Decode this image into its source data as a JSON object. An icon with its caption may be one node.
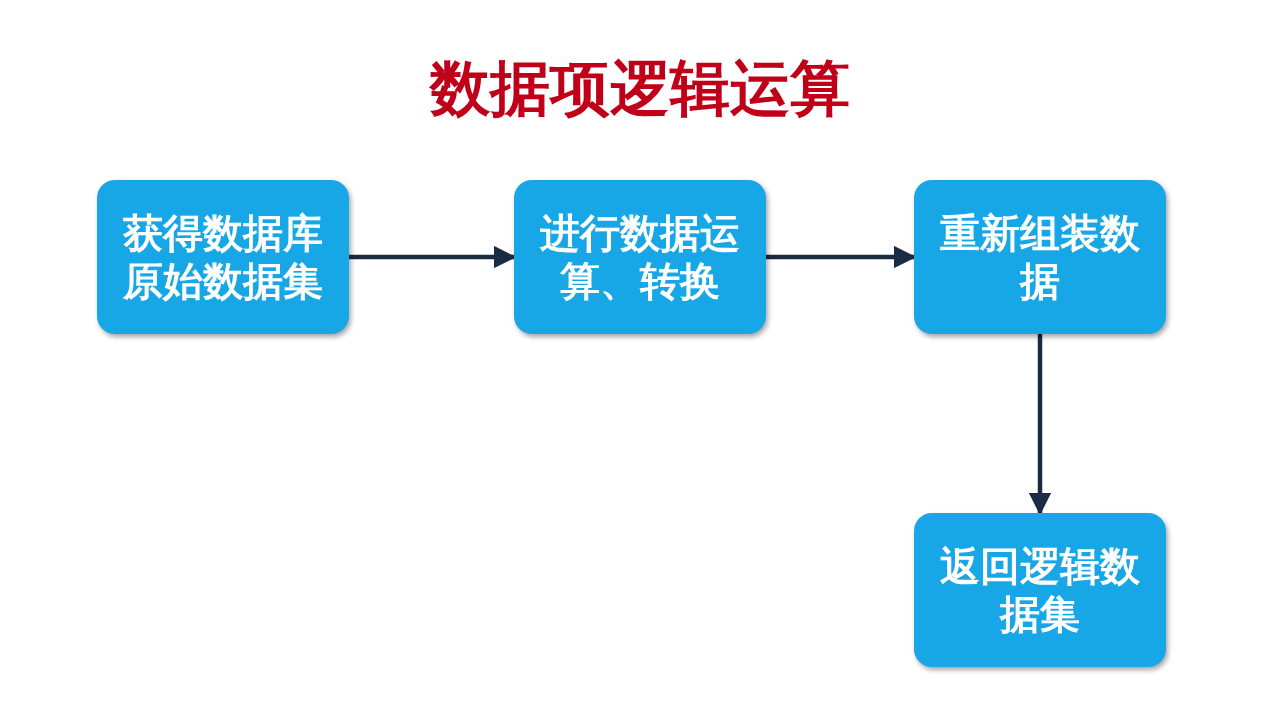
{
  "diagram": {
    "title": "数据项逻辑运算",
    "nodes": [
      {
        "text": [
          "获得数据库原始数据集"
        ]
      },
      {
        "text": [
          "进行数据运算、转换"
        ]
      },
      {
        "text": [
          "重新组装数据"
        ]
      },
      {
        "text": [
          "返回逻辑数据集"
        ]
      }
    ],
    "edges": [
      {
        "from": 0,
        "to": 1,
        "arrow": "to"
      },
      {
        "from": 1,
        "to": 2,
        "arrow": "to"
      },
      {
        "from": 2,
        "to": 3,
        "arrow": "to"
      }
    ]
  }
}
